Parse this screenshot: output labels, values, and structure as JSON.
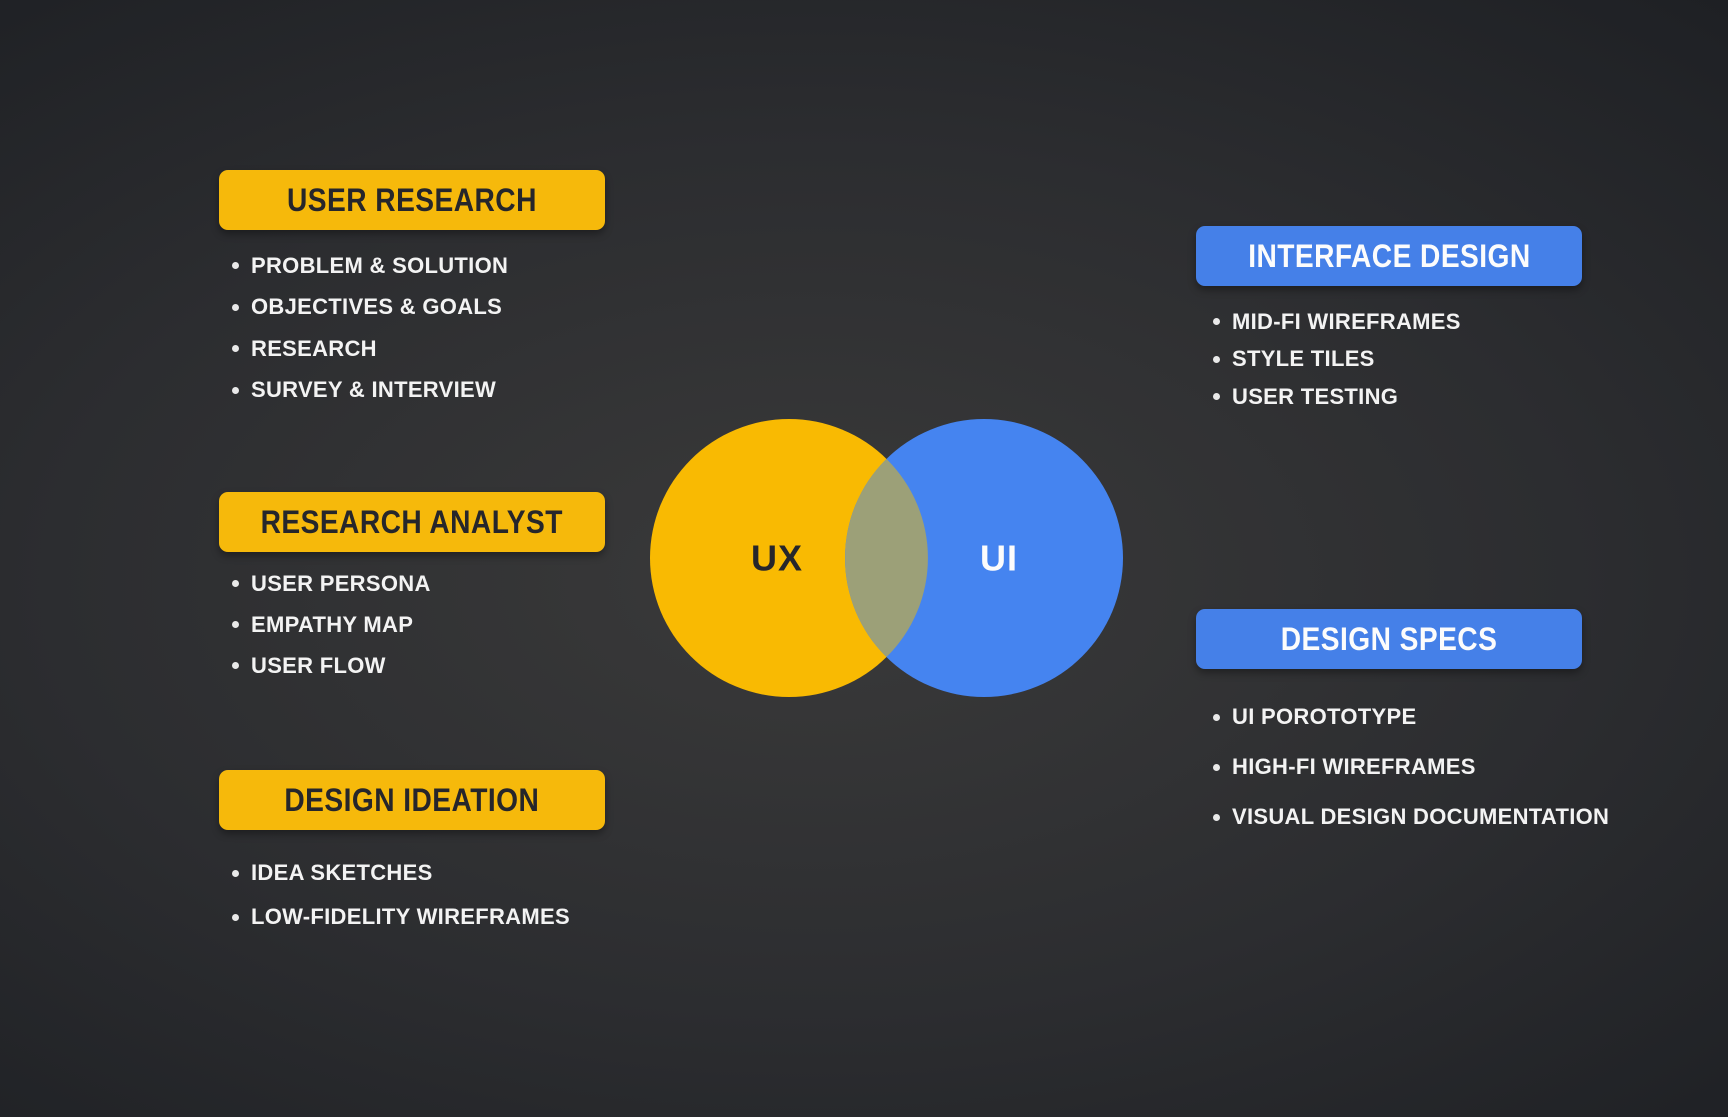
{
  "diagram": {
    "type": "venn",
    "left_circle": {
      "label": "UX",
      "color": "#F9BA02",
      "text_color": "#26262B"
    },
    "right_circle": {
      "label": "UI",
      "color": "#4584F0",
      "text_color": "#FCFCFC"
    },
    "overlap_color": "#9CA078"
  },
  "colors": {
    "background": "#2C2D30",
    "accent_yellow": "#F6B90B",
    "accent_blue": "#4580E8",
    "bullet_text": "#F3F3F3"
  },
  "sections": {
    "left": [
      {
        "title": "USER RESEARCH",
        "items": [
          "PROBLEM & SOLUTION",
          "OBJECTIVES & GOALS",
          "RESEARCH",
          "SURVEY & INTERVIEW"
        ]
      },
      {
        "title": "RESEARCH ANALYST",
        "items": [
          "USER PERSONA",
          "EMPATHY MAP",
          "USER FLOW"
        ]
      },
      {
        "title": "DESIGN IDEATION",
        "items": [
          "IDEA SKETCHES",
          "LOW-FIDELITY WIREFRAMES"
        ]
      }
    ],
    "right": [
      {
        "title": "INTERFACE DESIGN",
        "items": [
          "MID-FI WIREFRAMES",
          "STYLE TILES",
          "USER TESTING"
        ]
      },
      {
        "title": "DESIGN SPECS",
        "items": [
          "UI POROTOTYPE",
          "HIGH-FI WIREFRAMES",
          "VISUAL DESIGN DOCUMENTATION"
        ]
      }
    ]
  }
}
